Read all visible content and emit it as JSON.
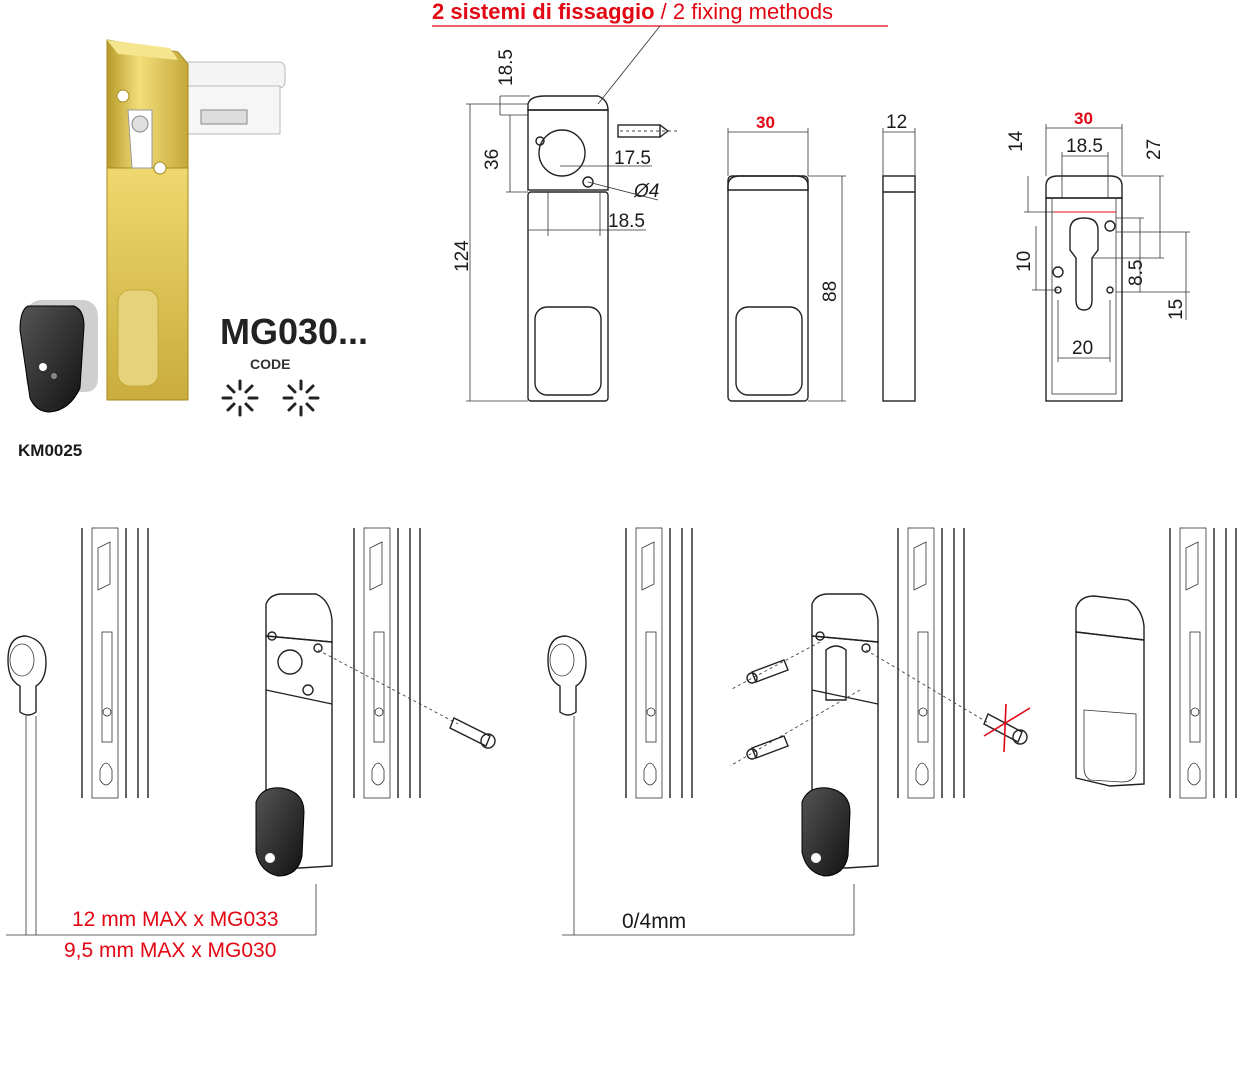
{
  "title": {
    "it": "2 sistemi di fissaggio",
    "sep": " / ",
    "en": "2 fixing methods"
  },
  "product": {
    "model": "MG030...",
    "code_label": "CODE",
    "key_code": "KM0025"
  },
  "dimensions": {
    "side": {
      "top": "18.5",
      "head": "36",
      "total": "124",
      "hole_offset": "17.5",
      "hole_dia": "Ø4",
      "body_width": "18.5"
    },
    "front": {
      "width": "30",
      "height": "88"
    },
    "edge": {
      "depth": "12"
    },
    "back": {
      "width": "30",
      "inner": "18.5",
      "d14": "14",
      "d27": "27",
      "d10": "10",
      "d8_5": "8.5",
      "d15": "15",
      "d20": "20"
    }
  },
  "notes": {
    "max_mg033": "12 mm MAX x MG033",
    "max_mg030": "9,5 mm MAX x MG030",
    "gap": "0/4mm"
  },
  "colors": {
    "accent_red": "#e30613",
    "brass": "#d9c04a"
  }
}
